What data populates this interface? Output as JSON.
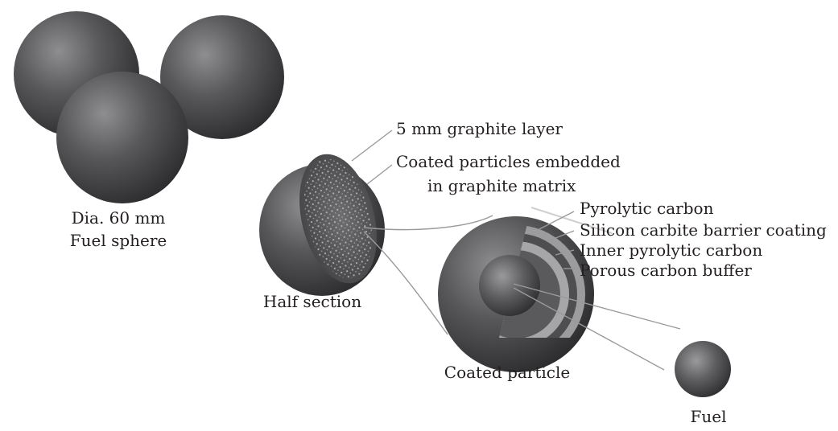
{
  "fuel_sphere": {
    "diameter_label": "Dia. 60 mm",
    "name_label": "Fuel sphere"
  },
  "half_section": {
    "name_label": "Half section",
    "graphite_layer_label": "5 mm graphite layer",
    "matrix_label_line1": "Coated particles embedded",
    "matrix_label_line2": "in graphite matrix"
  },
  "coated_particle": {
    "name_label": "Coated particle",
    "layers": [
      "Pyrolytic carbon",
      "Silicon carbite barrier coating",
      "Inner pyrolytic carbon",
      "Porous carbon buffer"
    ]
  },
  "fuel_kernel": {
    "name_label": "Fuel"
  },
  "colors": {
    "sphere_dark": "#3a3a3c",
    "sphere_light": "#8a8a8c",
    "leader_line": "#9a9a9a",
    "text": "#231f20"
  }
}
